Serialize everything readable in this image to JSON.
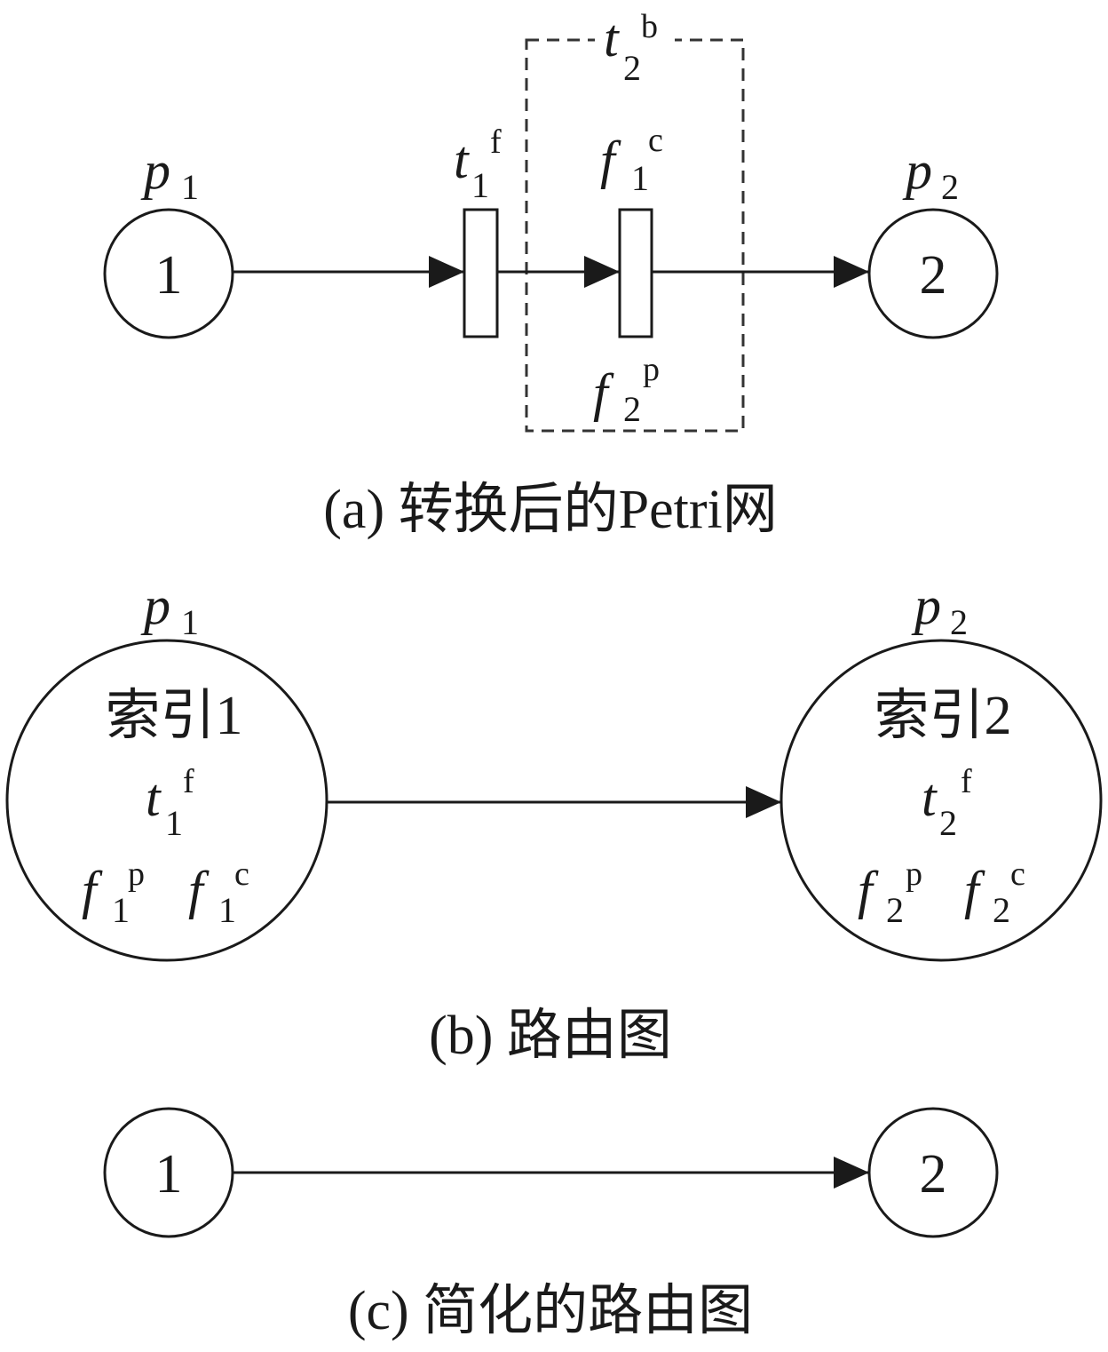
{
  "panel_a": {
    "caption": "(a) 转换后的Petri网",
    "place1": {
      "sym": "p",
      "sub": "1",
      "token": "1"
    },
    "place2": {
      "sym": "p",
      "sub": "2",
      "token": "2"
    },
    "transition_t1f": {
      "sym": "t",
      "sub": "1",
      "sup": "f"
    },
    "transition_f1c": {
      "sym": "f",
      "sub": "1",
      "sup": "c"
    },
    "label_f2p": {
      "sym": "f",
      "sub": "2",
      "sup": "p"
    },
    "group_t2b": {
      "sym": "t",
      "sub": "2",
      "sup": "b"
    }
  },
  "panel_b": {
    "caption": "(b) 路由图",
    "node1": {
      "sym": "p",
      "sub": "1",
      "index_label": "索引1",
      "t": {
        "sym": "t",
        "sub": "1",
        "sup": "f"
      },
      "fp": {
        "sym": "f",
        "sub": "1",
        "sup": "p"
      },
      "fc": {
        "sym": "f",
        "sub": "1",
        "sup": "c"
      }
    },
    "node2": {
      "sym": "p",
      "sub": "2",
      "index_label": "索引2",
      "t": {
        "sym": "t",
        "sub": "2",
        "sup": "f"
      },
      "fp": {
        "sym": "f",
        "sub": "2",
        "sup": "p"
      },
      "fc": {
        "sym": "f",
        "sub": "2",
        "sup": "c"
      }
    }
  },
  "panel_c": {
    "caption": "(c) 简化的路由图",
    "node1": {
      "token": "1"
    },
    "node2": {
      "token": "2"
    }
  }
}
